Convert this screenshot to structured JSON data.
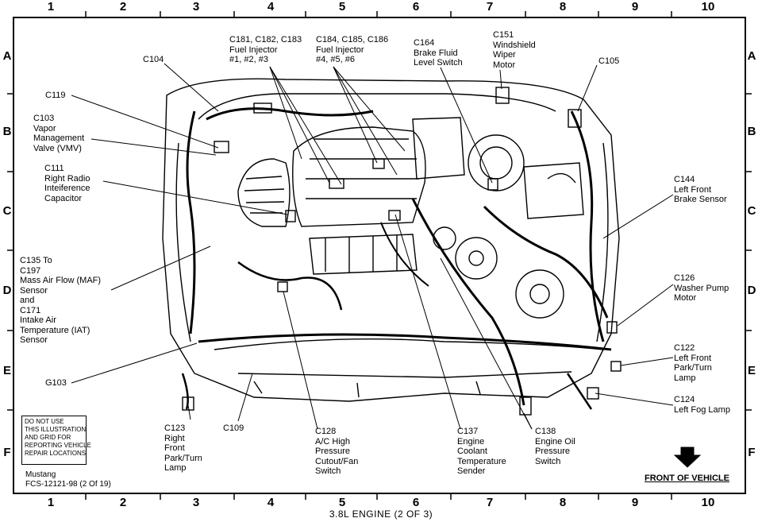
{
  "grid": {
    "columns": [
      "1",
      "2",
      "3",
      "4",
      "5",
      "6",
      "7",
      "8",
      "9",
      "10"
    ],
    "rows": [
      "A",
      "B",
      "C",
      "D",
      "E",
      "F"
    ]
  },
  "callouts": {
    "c181": "C181, C182, C183\nFuel Injector\n#1, #2, #3",
    "c184": "C184, C185, C186\nFuel Injector\n#4, #5, #6",
    "c164": "C164\nBrake Fluid\nLevel Switch",
    "c151": "C151\nWindshield\nWiper\nMotor",
    "c104": "C104",
    "c105": "C105",
    "c119": "C119",
    "c103": "C103\nVapor\nManagement\nValve (VMV)",
    "c111": "C111\nRight Radio\nInteiference\nCapacitor",
    "c144": "C144\nLeft Front\nBrake Sensor",
    "c135": "C135 To\nC197\nMass Air Flow (MAF)\nSensor\nand\nC171\nIntake Air\nTemperature (IAT)\nSensor",
    "c126": "C126\nWasher Pump\nMotor",
    "c122": "C122\nLeft Front\nPark/Turn\nLamp",
    "g103": "G103",
    "c124": "C124\nLeft Fog Lamp",
    "c123": "C123\nRight\nFront\nPark/Turn\nLamp",
    "c109": "C109",
    "c128": "C128\nA/C High\nPressure\nCutout/Fan\nSwitch",
    "c137": "C137\nEngine\nCoolant\nTemperature\nSender",
    "c138": "C138\nEngine Oil\nPressure\nSwitch"
  },
  "note_box": {
    "line1": "DO NOT USE",
    "line2": "THIS ILLUSTRATION",
    "line3": "AND GRID FOR",
    "line4": "REPORTING VEHICLE",
    "line5": "REPAIR LOCATIONS"
  },
  "footer": {
    "model": "Mustang",
    "figure_id": "FCS-12121-98 (2 Of 19)",
    "title": "3.8L ENGINE (2 OF 3)",
    "front_label": "FRONT OF VEHICLE"
  },
  "icons": {
    "front_arrow": "down-arrow-icon"
  }
}
